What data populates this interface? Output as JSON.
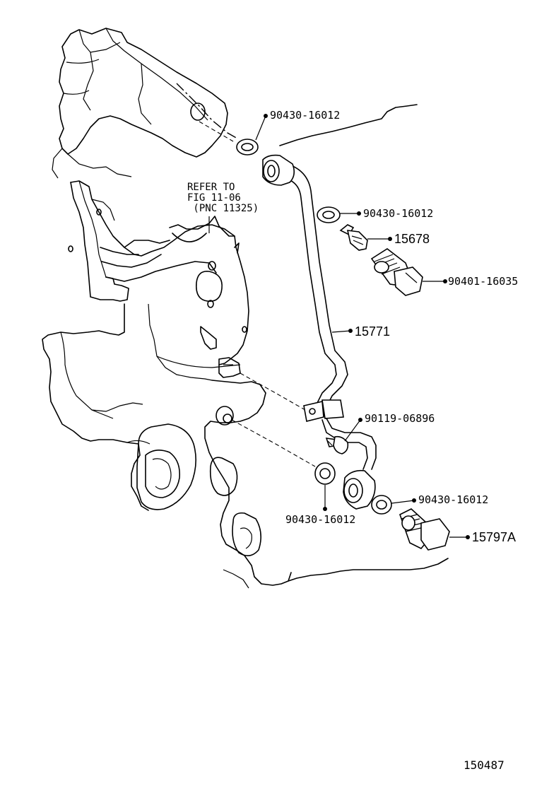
{
  "diagram": {
    "refer_note": [
      "REFER TO",
      "FIG 11-06",
      " (PNC 11325)"
    ],
    "parts": [
      {
        "id": "washer-top",
        "number": "90430-16012"
      },
      {
        "id": "washer-upper-right",
        "number": "90430-16012"
      },
      {
        "id": "sensor",
        "number": "15678"
      },
      {
        "id": "union-bolt-top",
        "number": "90401-16035"
      },
      {
        "id": "oil-pipe",
        "number": "15771"
      },
      {
        "id": "clamp-bolt",
        "number": "90119-06896"
      },
      {
        "id": "washer-lower-right",
        "number": "90430-16012"
      },
      {
        "id": "union-bolt-bottom",
        "number": "15797A"
      },
      {
        "id": "washer-lower-left",
        "number": "90430-16012"
      }
    ],
    "figure_code": "150487"
  }
}
